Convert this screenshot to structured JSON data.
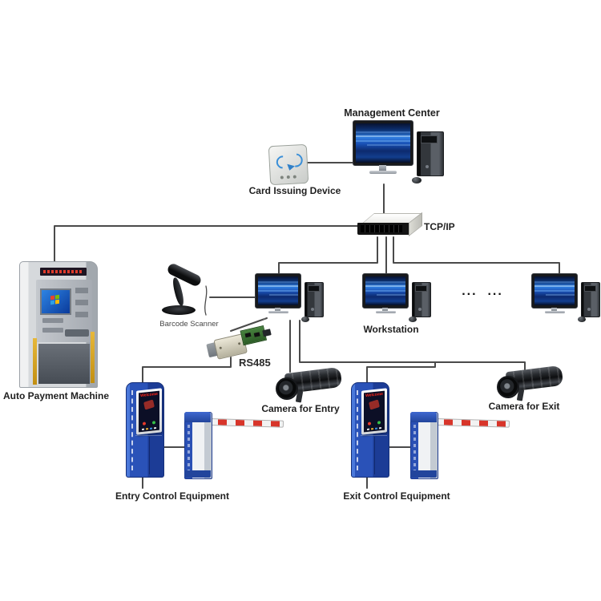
{
  "labels": {
    "management_center": "Management Center",
    "card_issuing_device": "Card Issuing Device",
    "tcp_ip": "TCP/IP",
    "auto_payment_machine": "Auto Payment Machine",
    "barcode_scanner": "Barcode Scanner",
    "rs485": "RS485",
    "workstation": "Workstation",
    "camera_for_entry": "Camera for Entry",
    "camera_for_exit": "Camera for Exit",
    "entry_control_equipment": "Entry Control Equipment",
    "exit_control_equipment": "Exit Control Equipment",
    "more_workstations": "...  ..."
  },
  "screens": {
    "kiosk_display_text": "Welcome"
  },
  "colors": {
    "connector_line": "#4a4a4a",
    "label_text": "#1f1f1f",
    "kiosk_blue": "#2a52b8",
    "barrier_stripe_red": "#d8352a",
    "accent_yellow": "#d7a21a",
    "monitor_screen_blue": "#1e5fd0",
    "led_text_red": "#ff2318"
  }
}
